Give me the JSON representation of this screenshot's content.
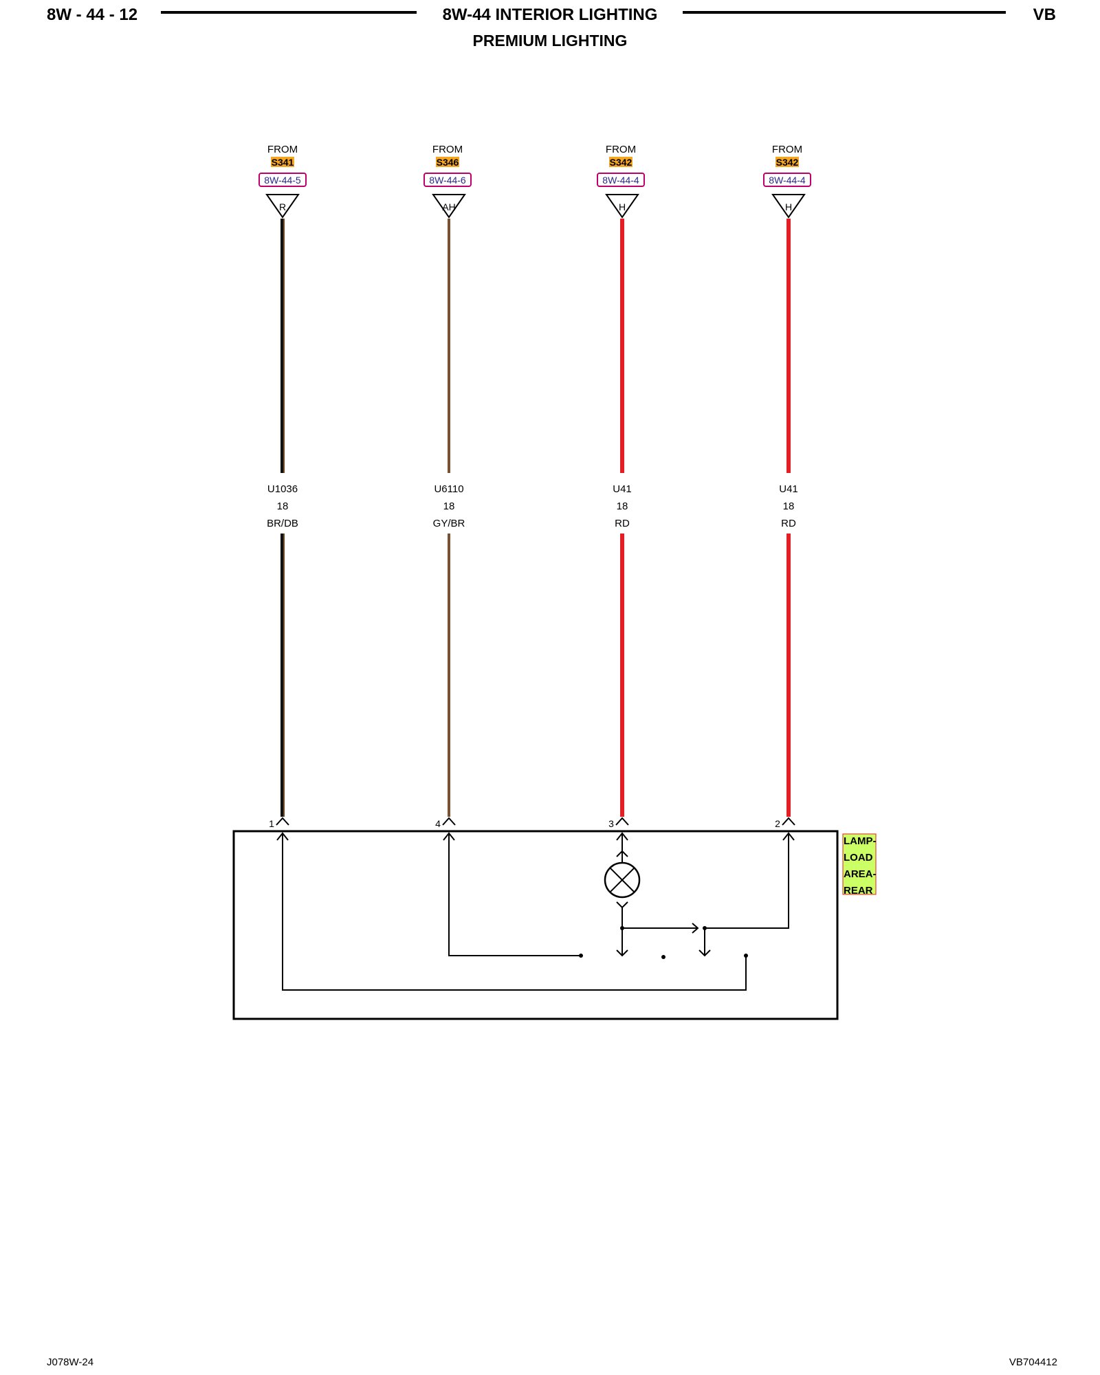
{
  "header": {
    "page_number": "8W - 44 - 12",
    "title": "8W-44 INTERIOR LIGHTING",
    "subtitle": "PREMIUM LIGHTING",
    "page_code": "VB"
  },
  "footer": {
    "left_code": "J078W-24",
    "right_code": "VB704412"
  },
  "circuits": [
    {
      "from": "FROM",
      "splice": "S341",
      "ref": "8W-44-5",
      "connector": "R",
      "circuit": "U1036",
      "gauge": "18",
      "color_code": "BR/DB",
      "pin": "1",
      "wire_color": "#111111",
      "stripe_color": "#8a5a2b"
    },
    {
      "from": "FROM",
      "splice": "S346",
      "ref": "8W-44-6",
      "connector": "AH",
      "circuit": "U6110",
      "gauge": "18",
      "color_code": "GY/BR",
      "pin": "4",
      "wire_color": "#7a5230",
      "stripe_color": "#7a5230"
    },
    {
      "from": "FROM",
      "splice": "S342",
      "ref": "8W-44-4",
      "connector": "H",
      "circuit": "U41",
      "gauge": "18",
      "color_code": "RD",
      "pin": "3",
      "wire_color": "#e31e24",
      "stripe_color": "#e31e24"
    },
    {
      "from": "FROM",
      "splice": "S342",
      "ref": "8W-44-4",
      "connector": "H",
      "circuit": "U41",
      "gauge": "18",
      "color_code": "RD",
      "pin": "2",
      "wire_color": "#e31e24",
      "stripe_color": "#e31e24"
    }
  ],
  "component": {
    "label_lines": [
      "LAMP-",
      "LOAD",
      "AREA-",
      "REAR"
    ],
    "label_bg": "#ccff66"
  },
  "colors": {
    "splice_highlight": "#f5a623",
    "ref_border": "#c0006a",
    "ref_text": "#2a2a8a"
  }
}
